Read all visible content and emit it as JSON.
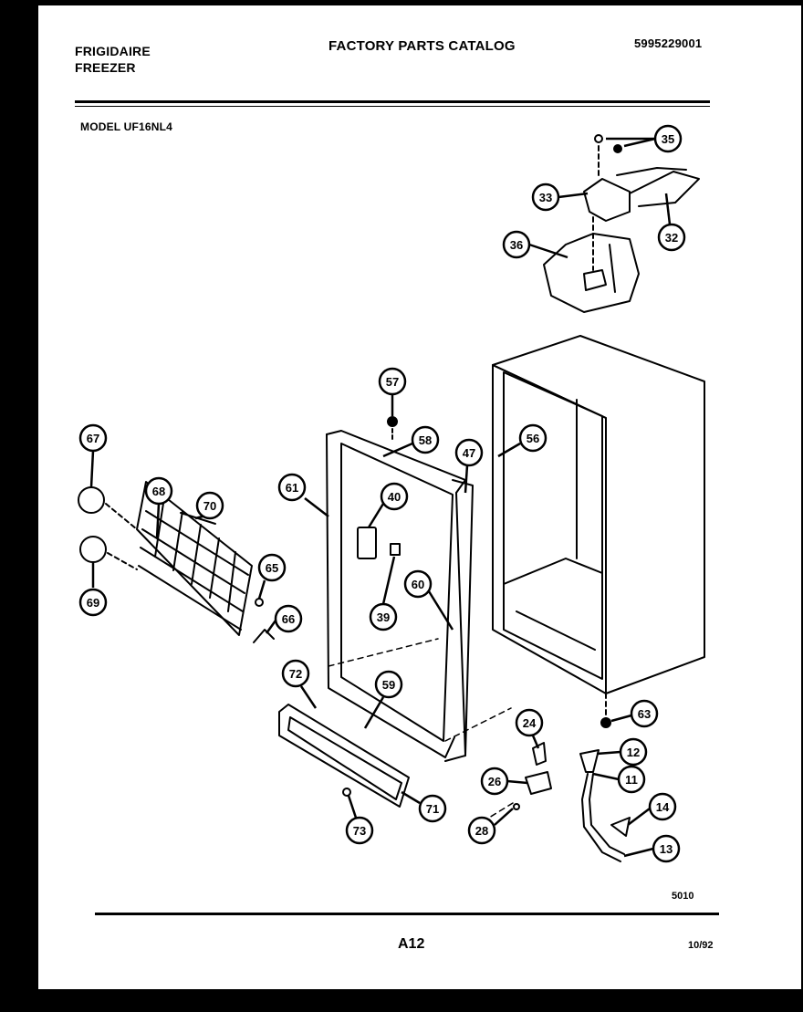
{
  "header": {
    "brand_line1": "FRIGIDAIRE",
    "brand_line2": "FREEZER",
    "title": "FACTORY PARTS CATALOG",
    "catalog_number": "5995229001",
    "model": "MODEL UF16NL4"
  },
  "callouts": [
    "35",
    "33",
    "32",
    "36",
    "57",
    "58",
    "47",
    "56",
    "67",
    "61",
    "68",
    "70",
    "40",
    "65",
    "39",
    "60",
    "66",
    "69",
    "72",
    "59",
    "24",
    "63",
    "12",
    "26",
    "11",
    "71",
    "73",
    "28",
    "14",
    "13"
  ],
  "footer": {
    "figure_code": "5010",
    "page": "A12",
    "date": "10/92"
  }
}
